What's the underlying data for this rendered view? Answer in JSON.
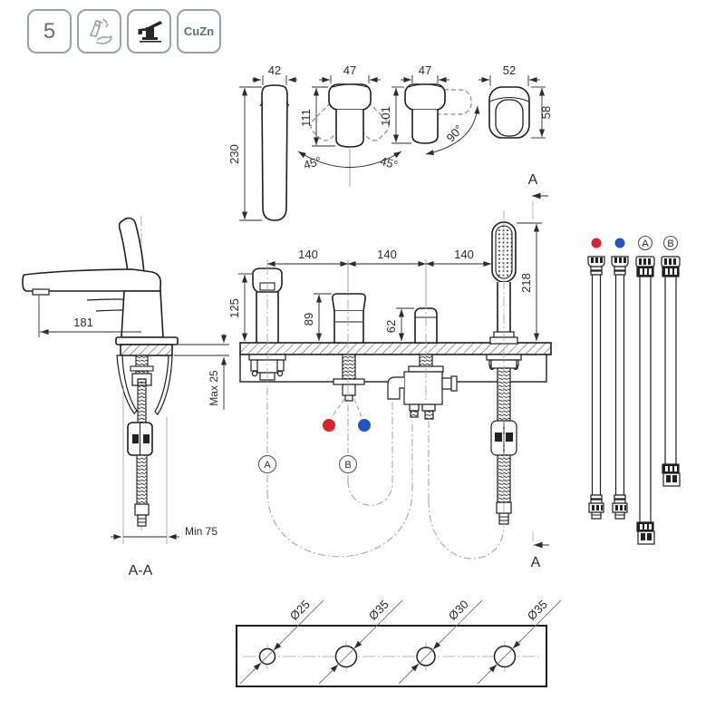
{
  "colors": {
    "hot": "#d9252b",
    "cold": "#2353c5",
    "line": "#1e1e1e",
    "badge_text": "#5d6d7c",
    "badge_border": "#97a2ad"
  },
  "badges": {
    "flow_class": "5",
    "material": "CuZn"
  },
  "projection_views": {
    "spout_profile": {
      "width": "42",
      "height": "230"
    },
    "handle_front": {
      "width": "47",
      "height": "111",
      "swing_left": "45°",
      "swing_right": "45°"
    },
    "handle_side": {
      "width": "47",
      "height": "101",
      "swing": "90°"
    },
    "handle_top": {
      "width": "52",
      "depth": "58"
    }
  },
  "section": {
    "marker_top": "A",
    "marker_bottom": "A",
    "label": "A-A"
  },
  "side_view": {
    "spout_reach": "181",
    "deck_thickness": "Max 25",
    "min_clearance": "Min 75"
  },
  "front_view": {
    "hole_spacing": [
      "140",
      "140",
      "140"
    ],
    "spout_height": "125",
    "handle_height": "89",
    "diverter_height": "62",
    "shower_height": "218",
    "connection_a": "A",
    "connection_b": "B"
  },
  "hoses": {
    "labels": [
      "A",
      "B"
    ]
  },
  "plan_view": {
    "hole_diameters": [
      "Ø25",
      "Ø35",
      "Ø30",
      "Ø35"
    ]
  }
}
